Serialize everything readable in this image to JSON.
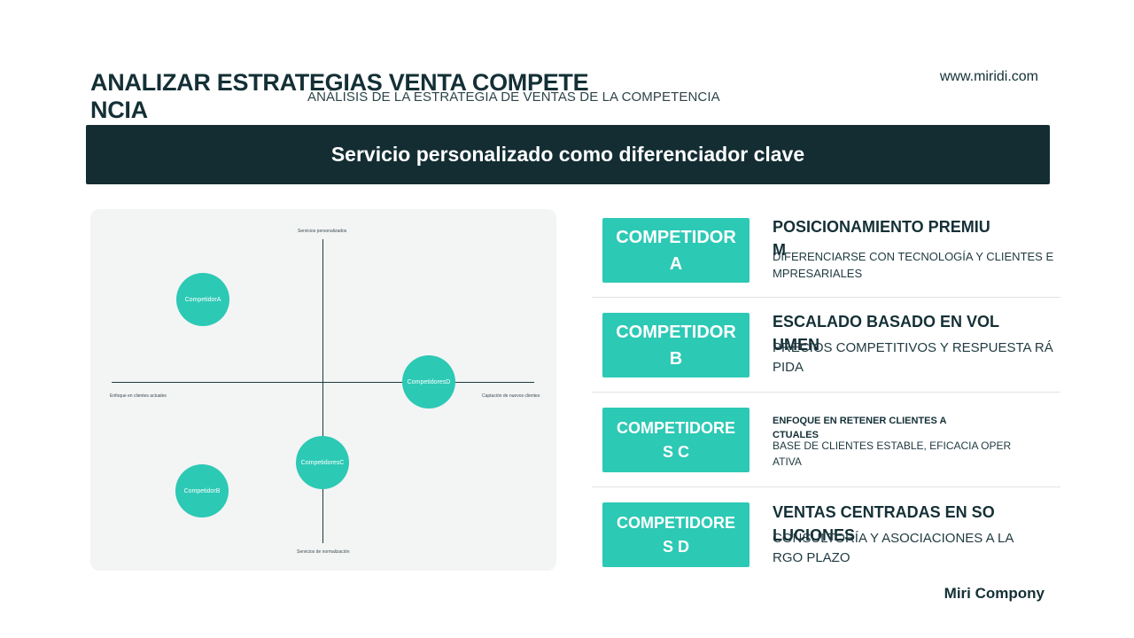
{
  "header": {
    "title": "ANALIZAR ESTRATEGIAS VENTA COMPETENCIA",
    "subtitle": "ANÁLISIS DE LA ESTRATEGIA DE VENTAS DE LA COMPETENCIA",
    "url": "www.miridi.com"
  },
  "banner": {
    "text": "Servicio personalizado como diferenciador clave"
  },
  "matrix": {
    "axis_top": "Servicios personalizados",
    "axis_bottom": "Servicios de normalización",
    "axis_left": "Enfoque en clientes actuales",
    "axis_right": "Captación de nuevos clientes",
    "bubbles": [
      "CompetidorA",
      "CompetidoresD",
      "CompetidoresC",
      "CompetidorB"
    ]
  },
  "competitors": [
    {
      "badge": "COMPETIDOR A",
      "title": "POSICIONAMIENTO PREMIUM",
      "desc": "DIFERENCIARSE CON TECNOLOGÍA Y CLIENTES EMPRESARIALES"
    },
    {
      "badge": "COMPETIDOR B",
      "title": "ESCALADO BASADO EN VOLUMEN",
      "desc": "PRECIOS COMPETITIVOS Y RESPUESTA RÁPIDA"
    },
    {
      "badge": "COMPETIDORES C",
      "title": "ENFOQUE EN RETENER CLIENTES ACTUALES",
      "desc": "BASE DE CLIENTES ESTABLE, EFICACIA OPERATIVA"
    },
    {
      "badge": "COMPETIDORES D",
      "title": "VENTAS CENTRADAS EN SOLUCIONES",
      "desc": "CONSULTORÍA Y ASOCIACIONES A LARGO PLAZO"
    }
  ],
  "footer": {
    "brand": "Miri Compony"
  },
  "colors": {
    "dark": "#132d33",
    "accent": "#2cc9b5",
    "panel": "#f3f4f4"
  }
}
